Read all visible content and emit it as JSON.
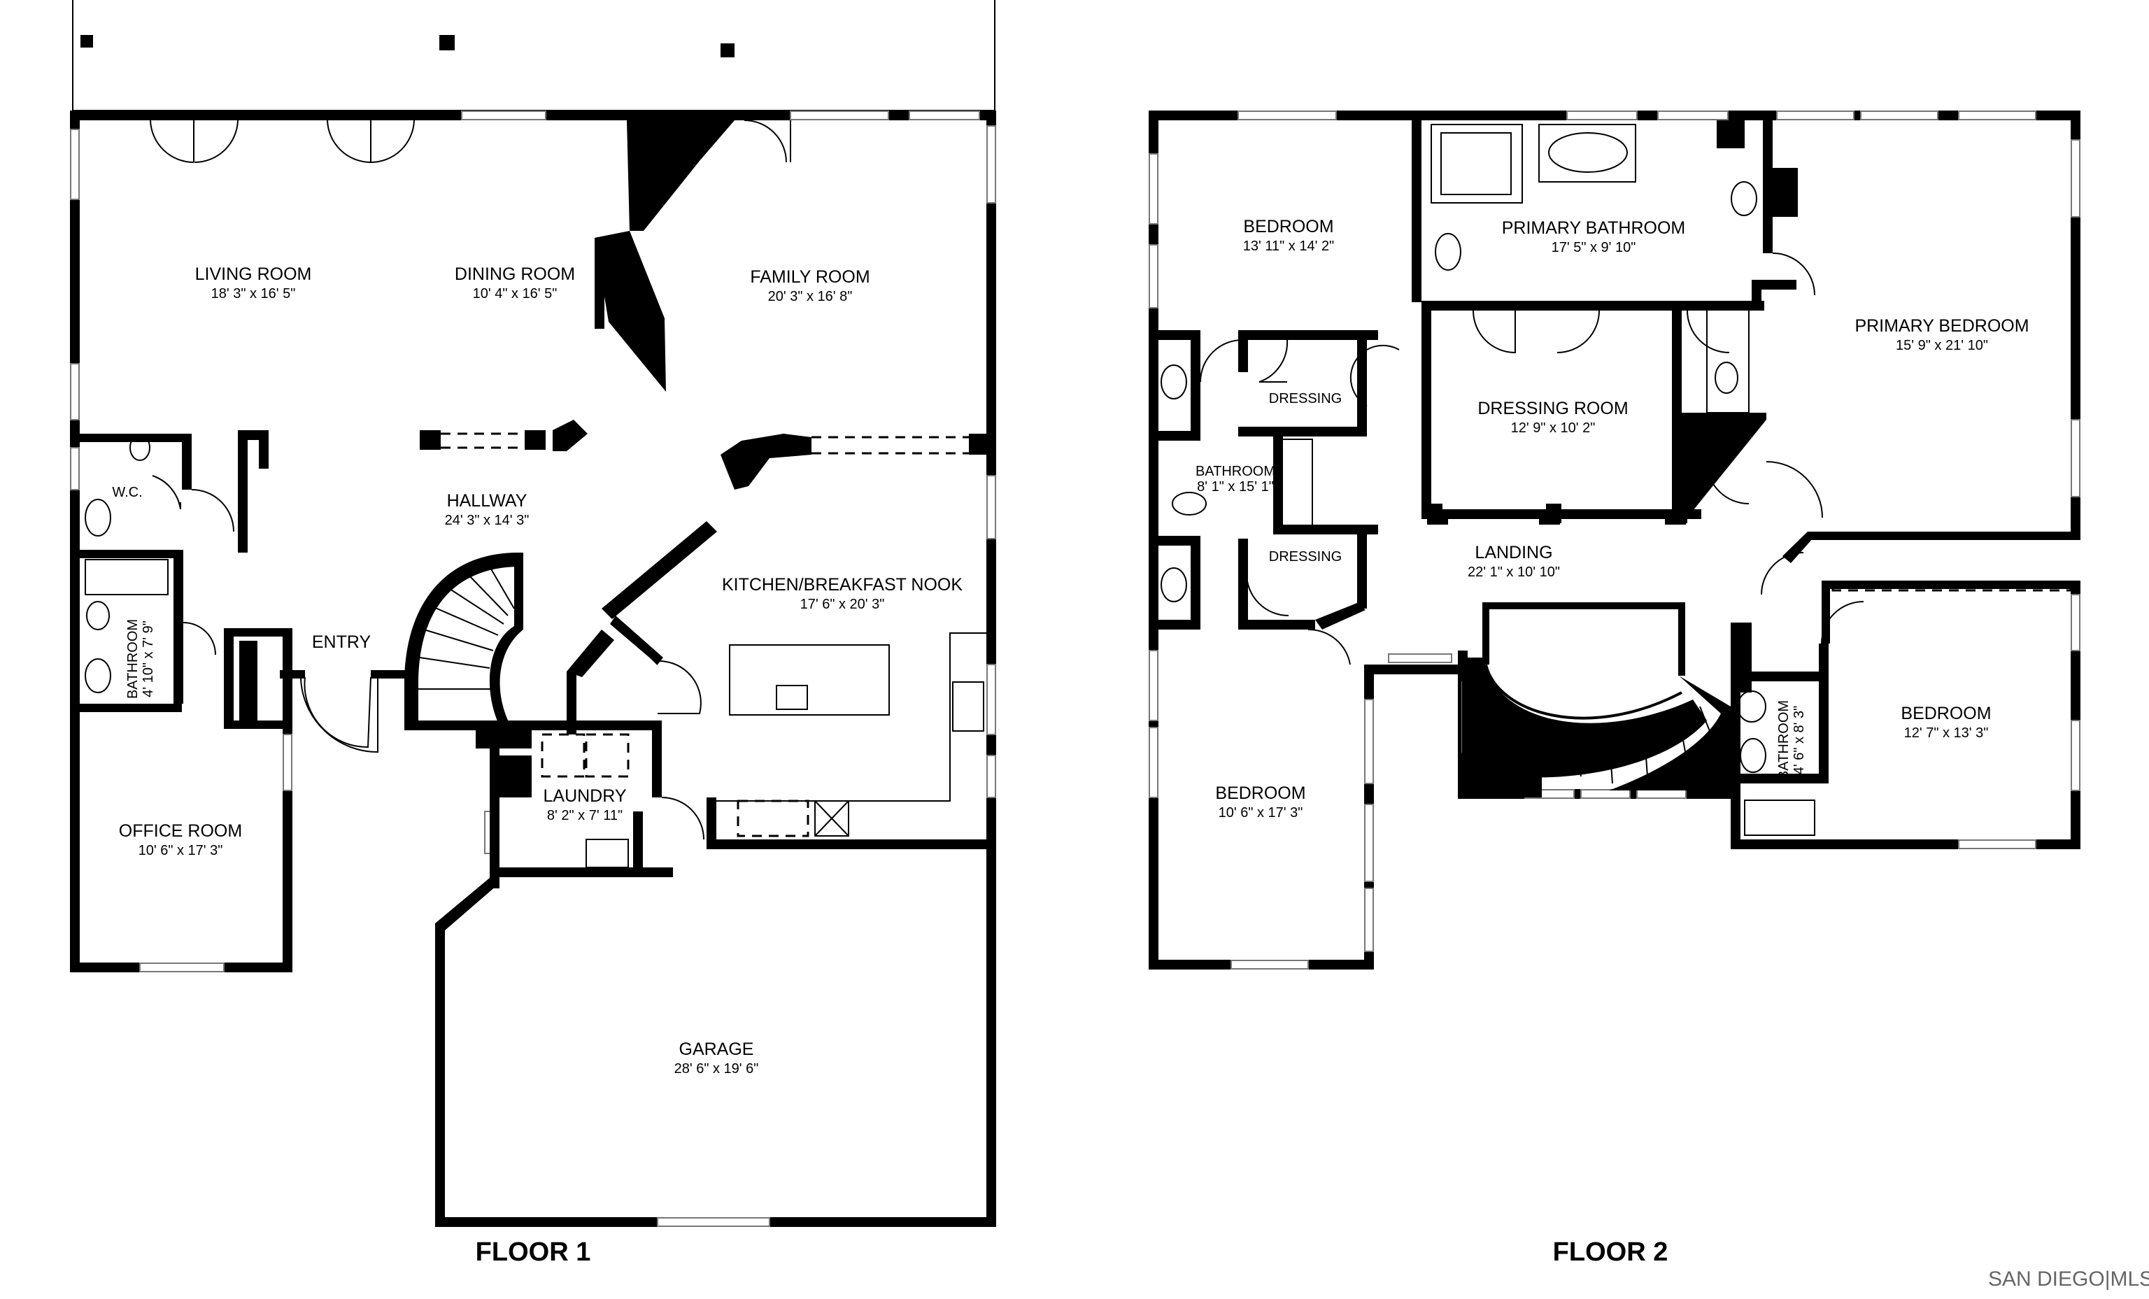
{
  "floor1": {
    "label": "FLOOR 1",
    "rooms": {
      "living_room": {
        "name": "LIVING ROOM",
        "dims": "18' 3\" x 16' 5\""
      },
      "dining_room": {
        "name": "DINING ROOM",
        "dims": "10' 4\" x 16' 5\""
      },
      "family_room": {
        "name": "FAMILY ROOM",
        "dims": "20' 3\" x 16' 8\""
      },
      "wc": {
        "name": "W.C."
      },
      "hallway": {
        "name": "HALLWAY",
        "dims": "24' 3\" x 14' 3\""
      },
      "kitchen": {
        "name": "KITCHEN/BREAKFAST NOOK",
        "dims": "17' 6\" x 20' 3\""
      },
      "bathroom": {
        "name": "BATHROOM",
        "dims": "4' 10\" x 7' 9\""
      },
      "entry": {
        "name": "ENTRY"
      },
      "laundry": {
        "name": "LAUNDRY",
        "dims": "8' 2\" x 7' 11\""
      },
      "office_room": {
        "name": "OFFICE ROOM",
        "dims": "10' 6\" x 17' 3\""
      },
      "garage": {
        "name": "GARAGE",
        "dims": "28' 6\" x 19' 6\""
      }
    }
  },
  "floor2": {
    "label": "FLOOR 2",
    "rooms": {
      "bedroom_nw": {
        "name": "BEDROOM",
        "dims": "13' 11\" x 14' 2\""
      },
      "primary_bathroom": {
        "name": "PRIMARY BATHROOM",
        "dims": "17' 5\" x 9' 10\""
      },
      "primary_bedroom": {
        "name": "PRIMARY BEDROOM",
        "dims": "15' 9\" x 21' 10\""
      },
      "dressing_a": {
        "name": "DRESSING"
      },
      "dressing_room": {
        "name": "DRESSING ROOM",
        "dims": "12' 9\" x 10' 2\""
      },
      "bathroom_w": {
        "name": "BATHROOM",
        "dims": "8' 1\" x 15' 1\""
      },
      "dressing_b": {
        "name": "DRESSING"
      },
      "landing": {
        "name": "LANDING",
        "dims": "22' 1\" x 10' 10\""
      },
      "bedroom_e": {
        "name": "BEDROOM",
        "dims": "12' 7\" x 13' 3\""
      },
      "bathroom_e": {
        "name": "BATHROOM",
        "dims": "4' 6\" x 8' 3\""
      },
      "bedroom_sw": {
        "name": "BEDROOM",
        "dims": "10' 6\" x 17' 3\""
      }
    }
  },
  "watermark": "SAN DIEGO|MLS"
}
